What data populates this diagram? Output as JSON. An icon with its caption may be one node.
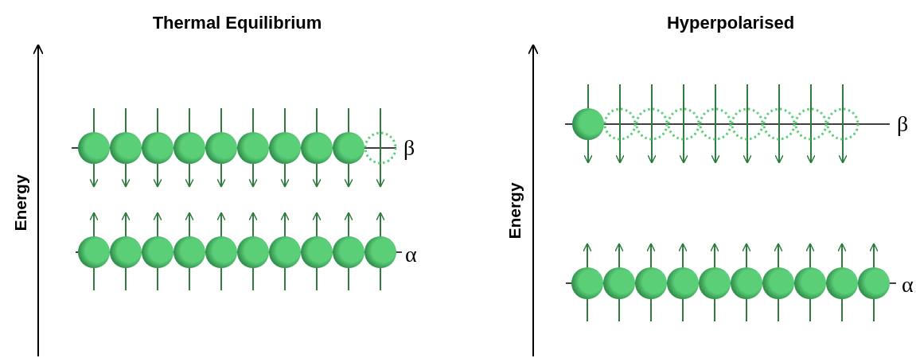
{
  "diagram": {
    "labels": [
      "Thermal Equilibrium",
      "Energy",
      "β",
      "α",
      "Hyperpolarised",
      "Energy",
      "β",
      "α"
    ]
  }
}
